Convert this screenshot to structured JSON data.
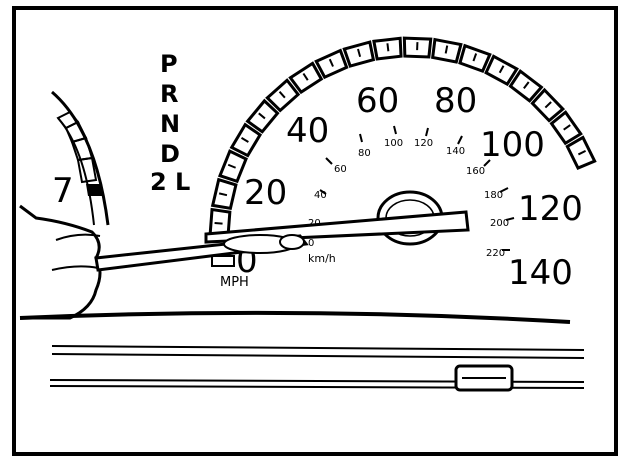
{
  "gear_selector": [
    "P",
    "R",
    "N",
    "D",
    "2",
    "L"
  ],
  "tach_label": "7",
  "mph_scale": [
    "20",
    "40",
    "60",
    "80",
    "100",
    "120",
    "140"
  ],
  "kmh_scale": [
    "0",
    "20",
    "40",
    "60",
    "80",
    "100",
    "120",
    "140",
    "160",
    "180",
    "200",
    "220"
  ],
  "zero_label": "0",
  "mph_unit": "MPH",
  "kmh_unit": "km/h"
}
